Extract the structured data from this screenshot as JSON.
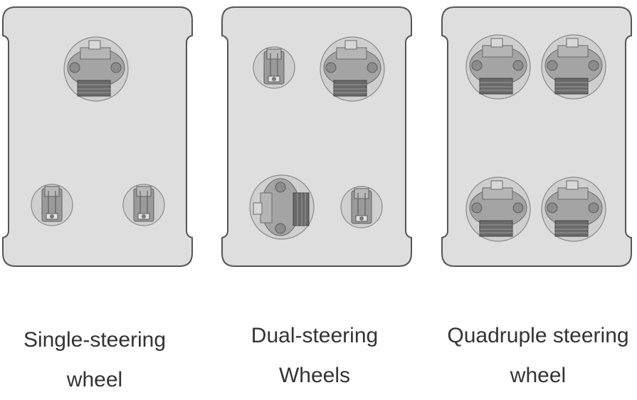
{
  "colors": {
    "panel_fill": "#dedede",
    "panel_stroke": "#555555",
    "wheel_fill": "#c8c8c8",
    "wheel_stroke": "#888888",
    "part_fill": "#9a9a9a",
    "part_dark": "#5f5f5f",
    "caption_color": "#333333"
  },
  "diagrams": [
    {
      "id": "single",
      "caption_line1": "Single-steering",
      "caption_line2": "wheel",
      "steering_wheel_count": 1,
      "caster_wheel_count": 2
    },
    {
      "id": "dual",
      "caption_line1": "Dual-steering",
      "caption_line2": "Wheels",
      "steering_wheel_count": 2,
      "caster_wheel_count": 2
    },
    {
      "id": "quad",
      "caption_line1": "Quadruple steering",
      "caption_line2": "wheel",
      "steering_wheel_count": 4,
      "caster_wheel_count": 0
    }
  ]
}
